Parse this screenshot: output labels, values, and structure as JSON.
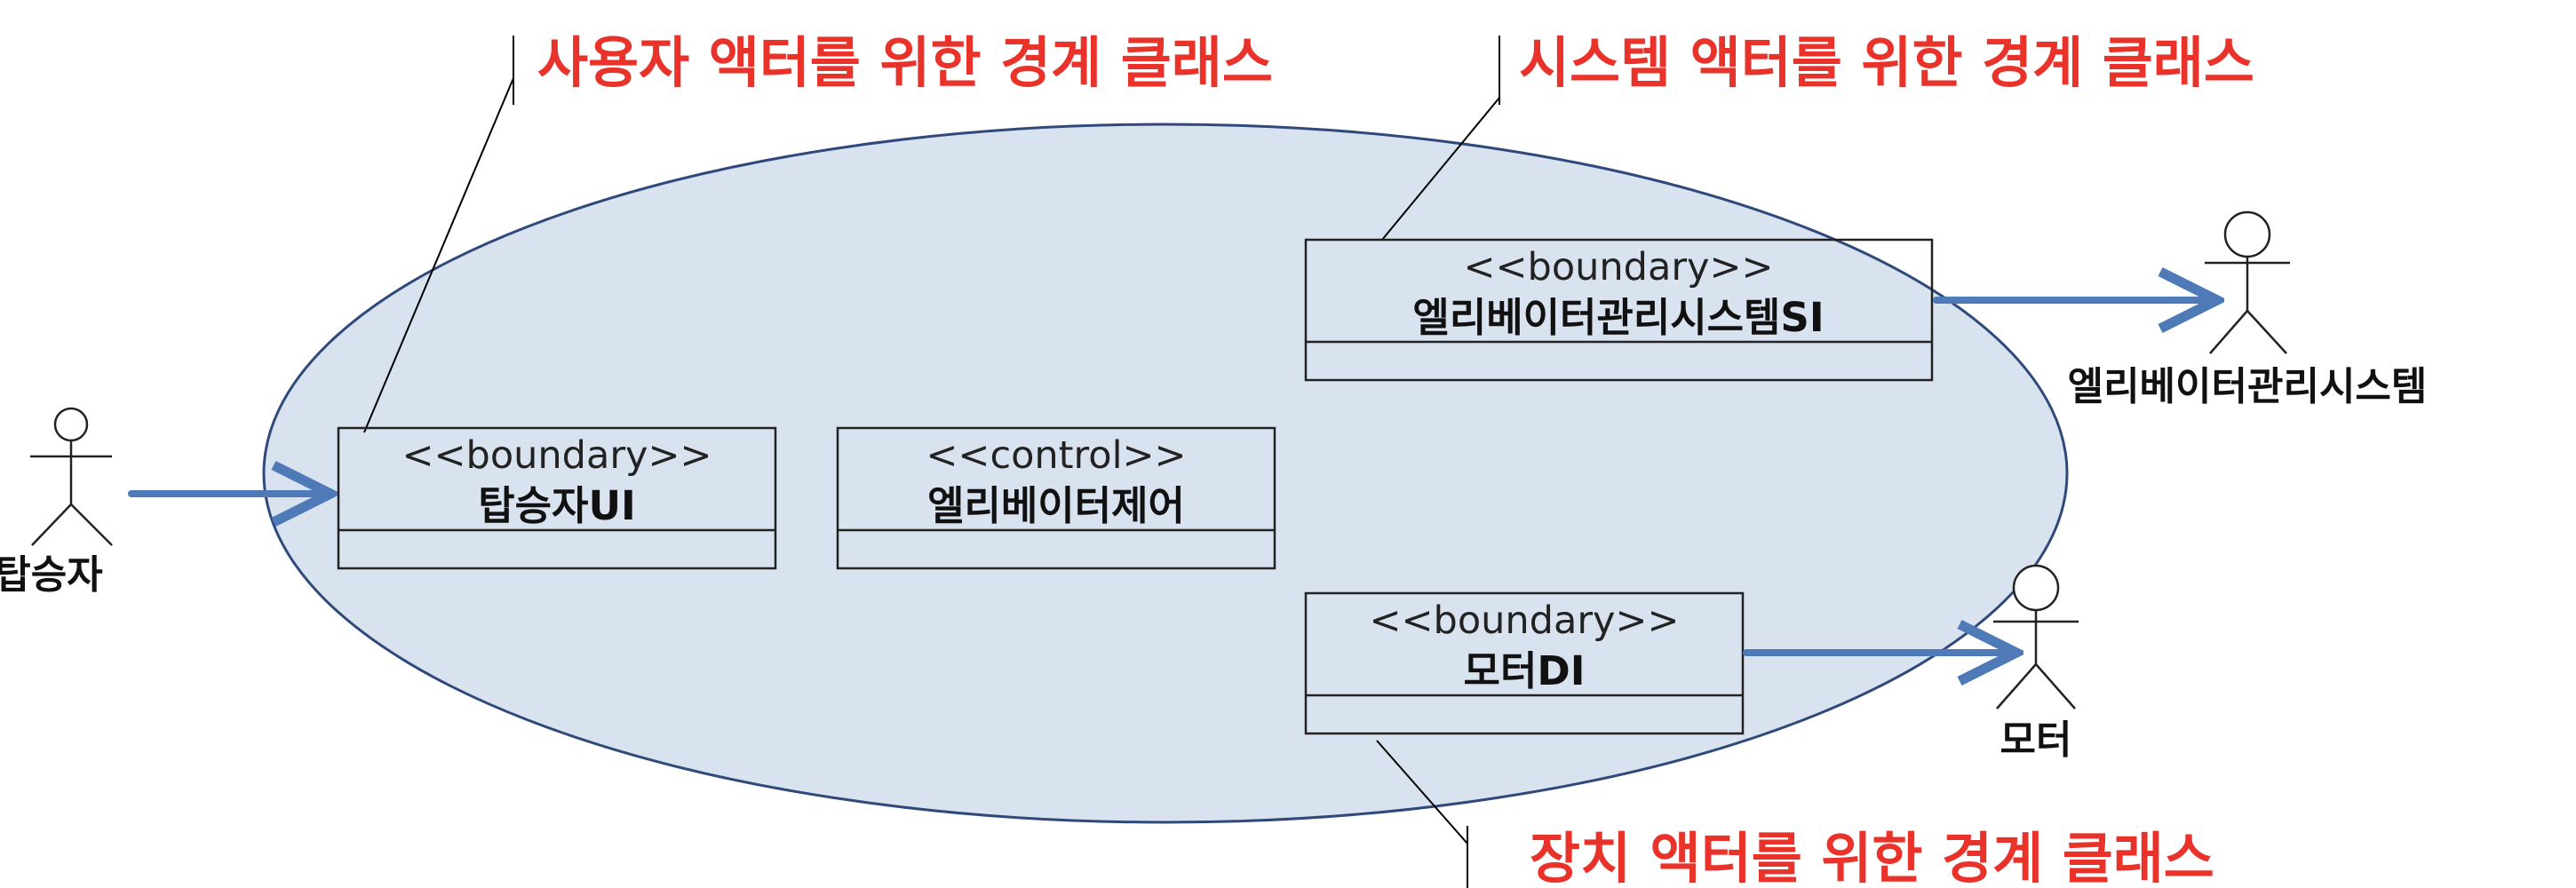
{
  "callouts": {
    "user_actor": "사용자 액터를 위한 경계 클래스",
    "system_actor": "시스템 액터를 위한 경계 클래스",
    "device_actor": "장치 액터를 위한 경계 클래스"
  },
  "classes": {
    "passenger_ui": {
      "stereotype": "<<boundary>>",
      "name": "탑승자UI"
    },
    "elevator_control": {
      "stereotype": "<<control>>",
      "name": "엘리베이터제어"
    },
    "elevator_mgmt_si": {
      "stereotype": "<<boundary>>",
      "name": "엘리베이터관리시스템SI"
    },
    "motor_di": {
      "stereotype": "<<boundary>>",
      "name": "모터DI"
    }
  },
  "actors": {
    "passenger": "탑승자",
    "elevator_mgmt_system": "엘리베이터관리시스템",
    "motor": "모터"
  },
  "colors": {
    "callout_text": "#e8322a",
    "ellipse_fill": "#d9e2ef",
    "ellipse_stroke": "#2f4a7a",
    "arrow": "#4f7ab8",
    "box_stroke": "#222222"
  }
}
